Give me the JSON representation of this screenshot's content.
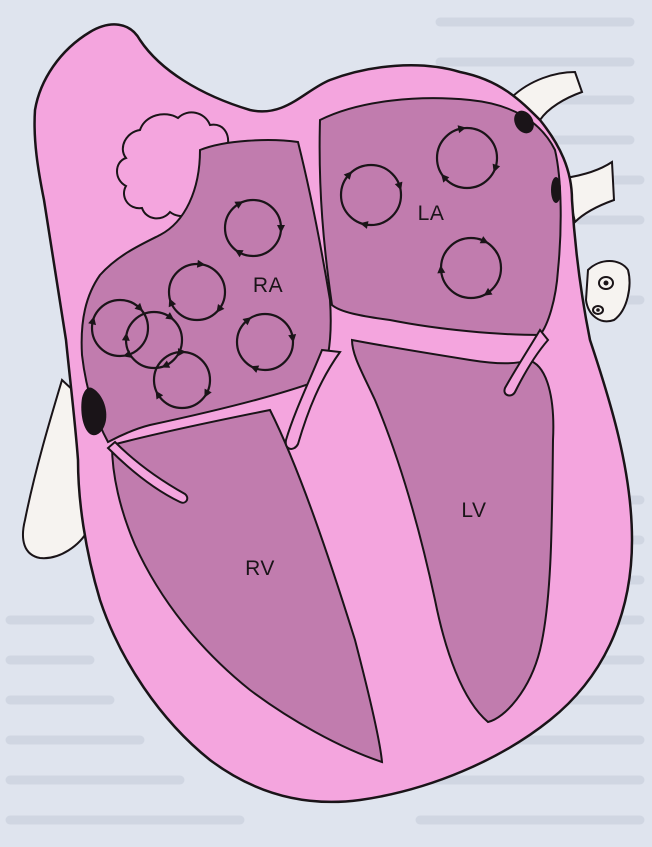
{
  "diagram": {
    "labels": {
      "right_atrium": "RA",
      "left_atrium": "LA",
      "right_ventricle": "RV",
      "left_ventricle": "LV"
    },
    "colors": {
      "background": "#dfe4ee",
      "paper_text": "#c9cfdc",
      "heart_wall": "#f4a5de",
      "chamber_fill": "#c17cae",
      "vessel_fill": "#f6f3f0",
      "outline": "#1a1418",
      "arrows": "#1a1418"
    },
    "icons": {
      "circulation": "circular-arrow-icon",
      "coronary_sinus": "coronary-sinus-icon"
    },
    "circular_flow_count": {
      "right_atrium": 6,
      "left_atrium": 3
    }
  }
}
